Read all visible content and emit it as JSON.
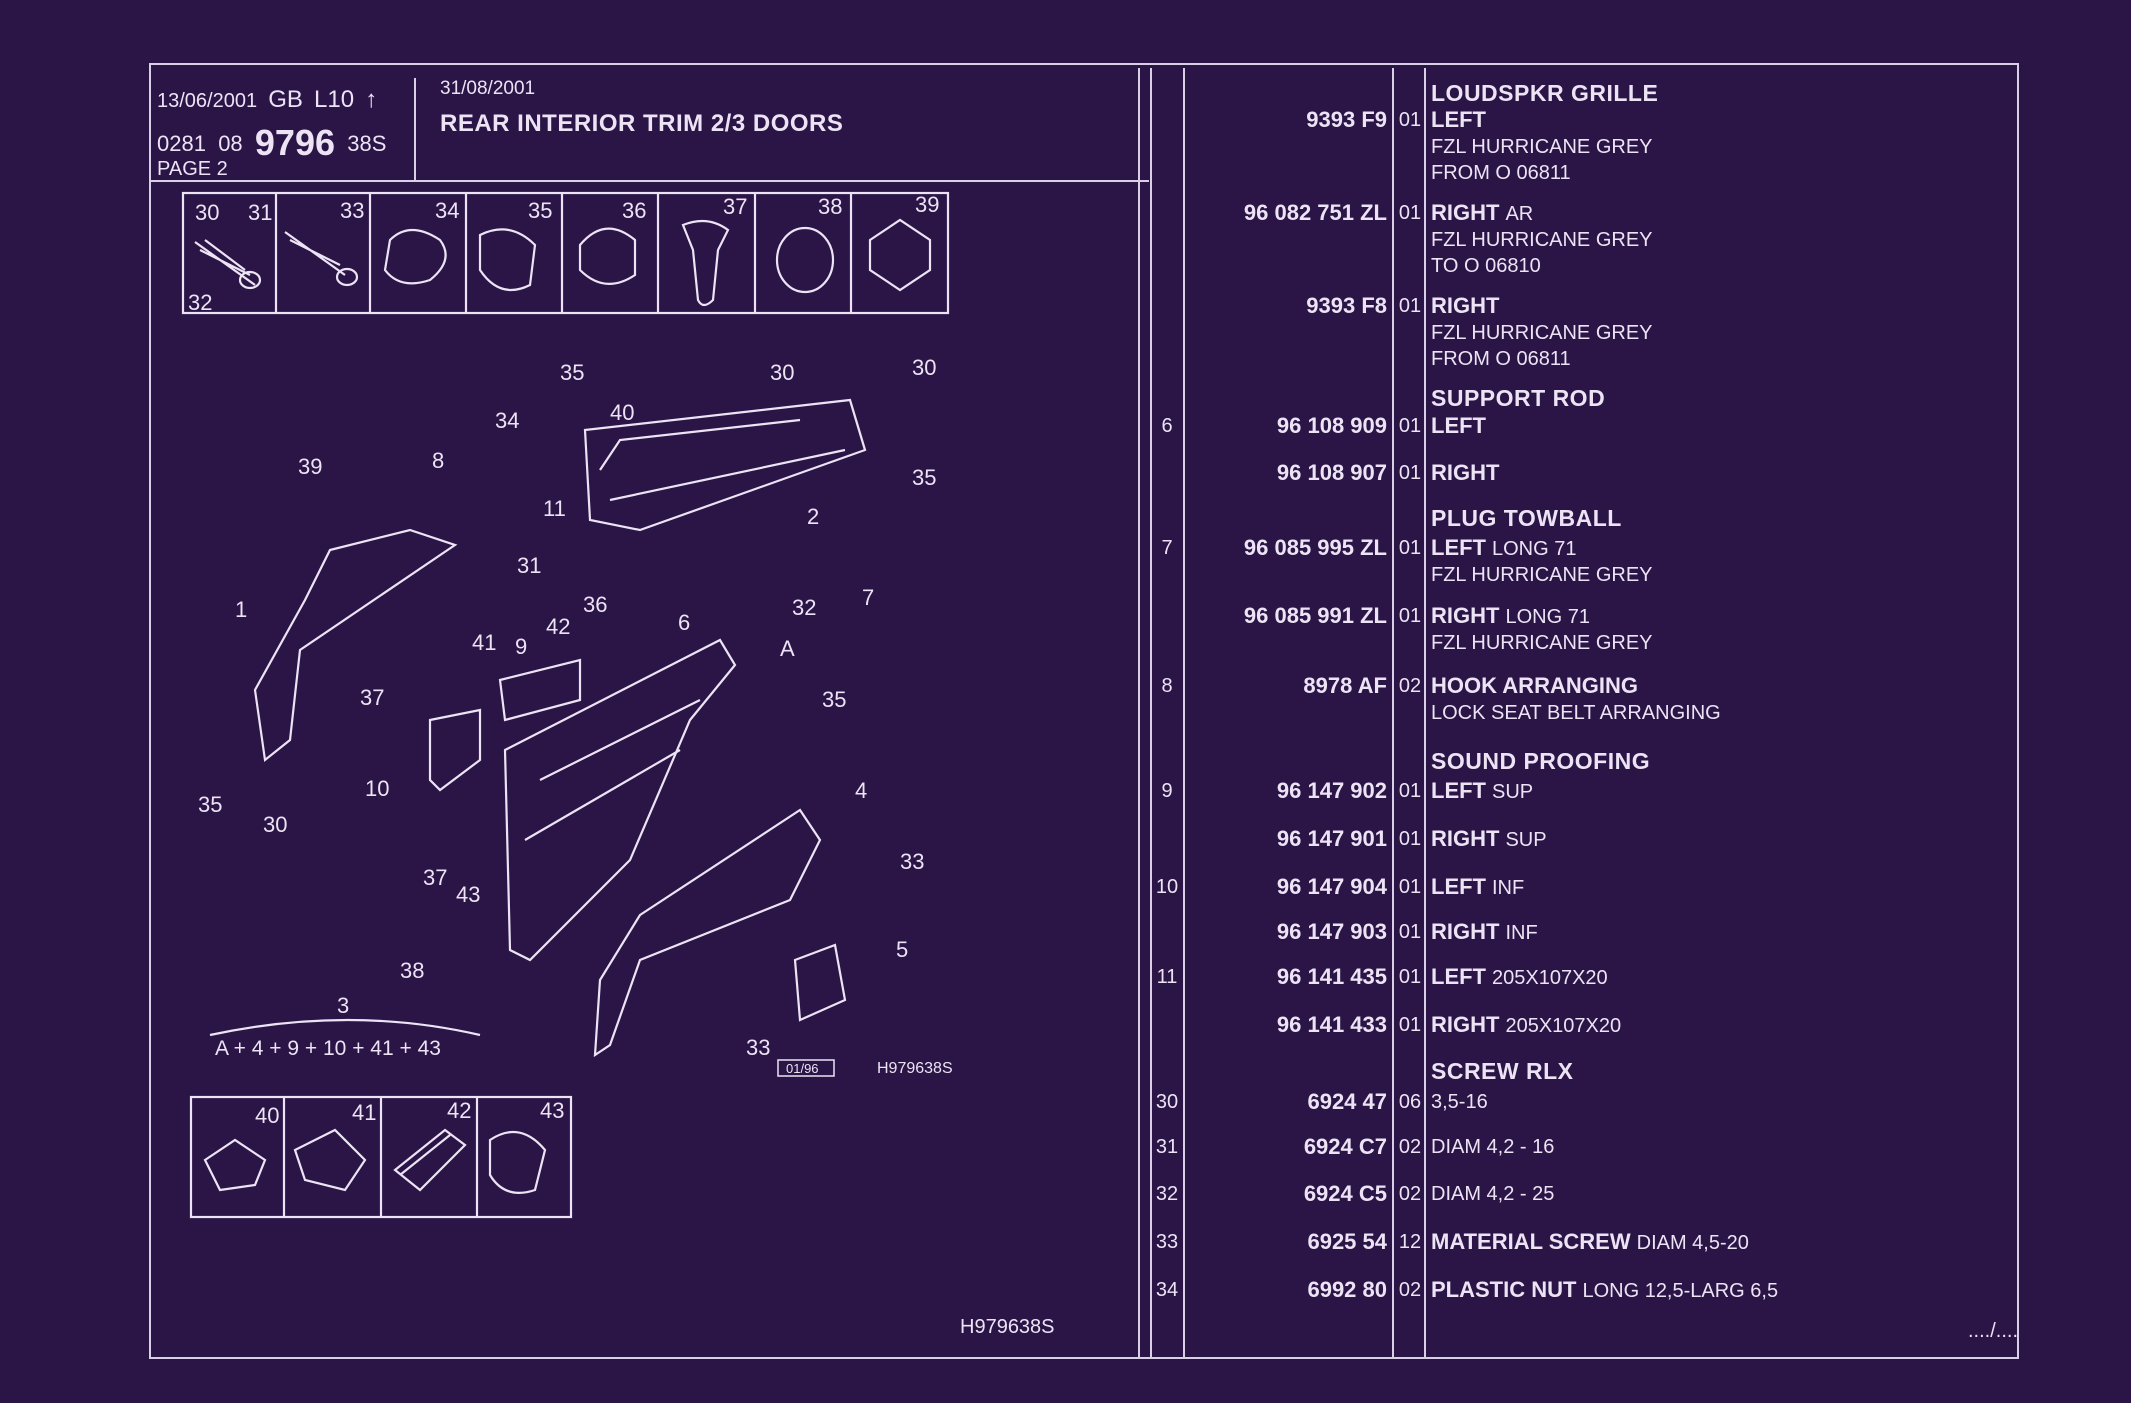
{
  "header": {
    "date1": "13/06/2001",
    "country": "GB",
    "model": "L10",
    "arrow": "↑",
    "code_a": "0281",
    "code_b": "08",
    "code_main": "9796",
    "code_suffix": "38S",
    "page": "PAGE 2",
    "date2": "31/08/2001",
    "title": "REAR INTERIOR TRIM 2/3 DOORS"
  },
  "diagram": {
    "top_strip": [
      "30",
      "31",
      "33",
      "34",
      "35",
      "36",
      "37",
      "38",
      "39",
      "32"
    ],
    "bottom_strip": [
      "40",
      "41",
      "42",
      "43"
    ],
    "callouts": [
      "35",
      "30",
      "30",
      "34",
      "40",
      "8",
      "39",
      "11",
      "2",
      "35",
      "31",
      "36",
      "6",
      "32",
      "7",
      "1",
      "42",
      "41",
      "9",
      "A",
      "37",
      "35",
      "10",
      "4",
      "33",
      "37",
      "43",
      "35",
      "30",
      "38",
      "5",
      "3",
      "33"
    ],
    "formula": "A + 4 + 9 + 10 + 41 + 43",
    "stamp": "01/96",
    "ref_code": "H979638S"
  },
  "parts": [
    {
      "ref": "",
      "heading": "LOUDSPKR GRILLE"
    },
    {
      "ref": "",
      "pn": "9393 F9",
      "qty": "01",
      "side": "LEFT",
      "lines": [
        "FZL HURRICANE GREY",
        "FROM  O  06811"
      ]
    },
    {
      "ref": "",
      "pn": "96 082 751 ZL",
      "qty": "01",
      "side": "RIGHT",
      "extra": "AR",
      "lines": [
        "FZL HURRICANE GREY",
        "TO  O  06810"
      ]
    },
    {
      "ref": "",
      "pn": "9393 F8",
      "qty": "01",
      "side": "RIGHT",
      "lines": [
        "FZL HURRICANE GREY",
        "FROM  O  06811"
      ]
    },
    {
      "ref": "",
      "heading": "SUPPORT ROD"
    },
    {
      "ref": "6",
      "pn": "96 108 909",
      "qty": "01",
      "side": "LEFT"
    },
    {
      "ref": "",
      "pn": "96 108 907",
      "qty": "01",
      "side": "RIGHT"
    },
    {
      "ref": "",
      "heading": "PLUG TOWBALL"
    },
    {
      "ref": "7",
      "pn": "96 085 995 ZL",
      "qty": "01",
      "side": "LEFT",
      "extra": "LONG 71",
      "lines": [
        "FZL HURRICANE GREY"
      ]
    },
    {
      "ref": "",
      "pn": "96 085 991 ZL",
      "qty": "01",
      "side": "RIGHT",
      "extra": "LONG 71",
      "lines": [
        "FZL HURRICANE GREY"
      ]
    },
    {
      "ref": "8",
      "pn": "8978 AF",
      "qty": "02",
      "side": "HOOK ARRANGING",
      "lines": [
        "LOCK SEAT BELT ARRANGING"
      ]
    },
    {
      "ref": "",
      "heading": "SOUND PROOFING"
    },
    {
      "ref": "9",
      "pn": "96 147 902",
      "qty": "01",
      "side": "LEFT",
      "extra": "SUP"
    },
    {
      "ref": "",
      "pn": "96 147 901",
      "qty": "01",
      "side": "RIGHT",
      "extra": "SUP"
    },
    {
      "ref": "10",
      "pn": "96 147 904",
      "qty": "01",
      "side": "LEFT",
      "extra": "INF"
    },
    {
      "ref": "",
      "pn": "96 147 903",
      "qty": "01",
      "side": "RIGHT",
      "extra": "INF"
    },
    {
      "ref": "11",
      "pn": "96 141 435",
      "qty": "01",
      "side": "LEFT",
      "extra": "205X107X20"
    },
    {
      "ref": "",
      "pn": "96 141 433",
      "qty": "01",
      "side": "RIGHT",
      "extra": "205X107X20"
    },
    {
      "ref": "",
      "heading": "SCREW RLX"
    },
    {
      "ref": "30",
      "pn": "6924 47",
      "qty": "06",
      "side": "",
      "extra": "3,5-16"
    },
    {
      "ref": "31",
      "pn": "6924 C7",
      "qty": "02",
      "side": "",
      "extra": "DIAM 4,2 - 16"
    },
    {
      "ref": "32",
      "pn": "6924 C5",
      "qty": "02",
      "side": "",
      "extra": "DIAM 4,2 - 25"
    },
    {
      "ref": "33",
      "pn": "6925 54",
      "qty": "12",
      "side": "MATERIAL SCREW",
      "extra": "DIAM 4,5-20"
    },
    {
      "ref": "34",
      "pn": "6992 80",
      "qty": "02",
      "side": "PLASTIC NUT",
      "extra": "LONG 12,5-LARG 6,5"
    }
  ],
  "footer": {
    "ref_code": "H979638S",
    "continuation": "..../...."
  }
}
